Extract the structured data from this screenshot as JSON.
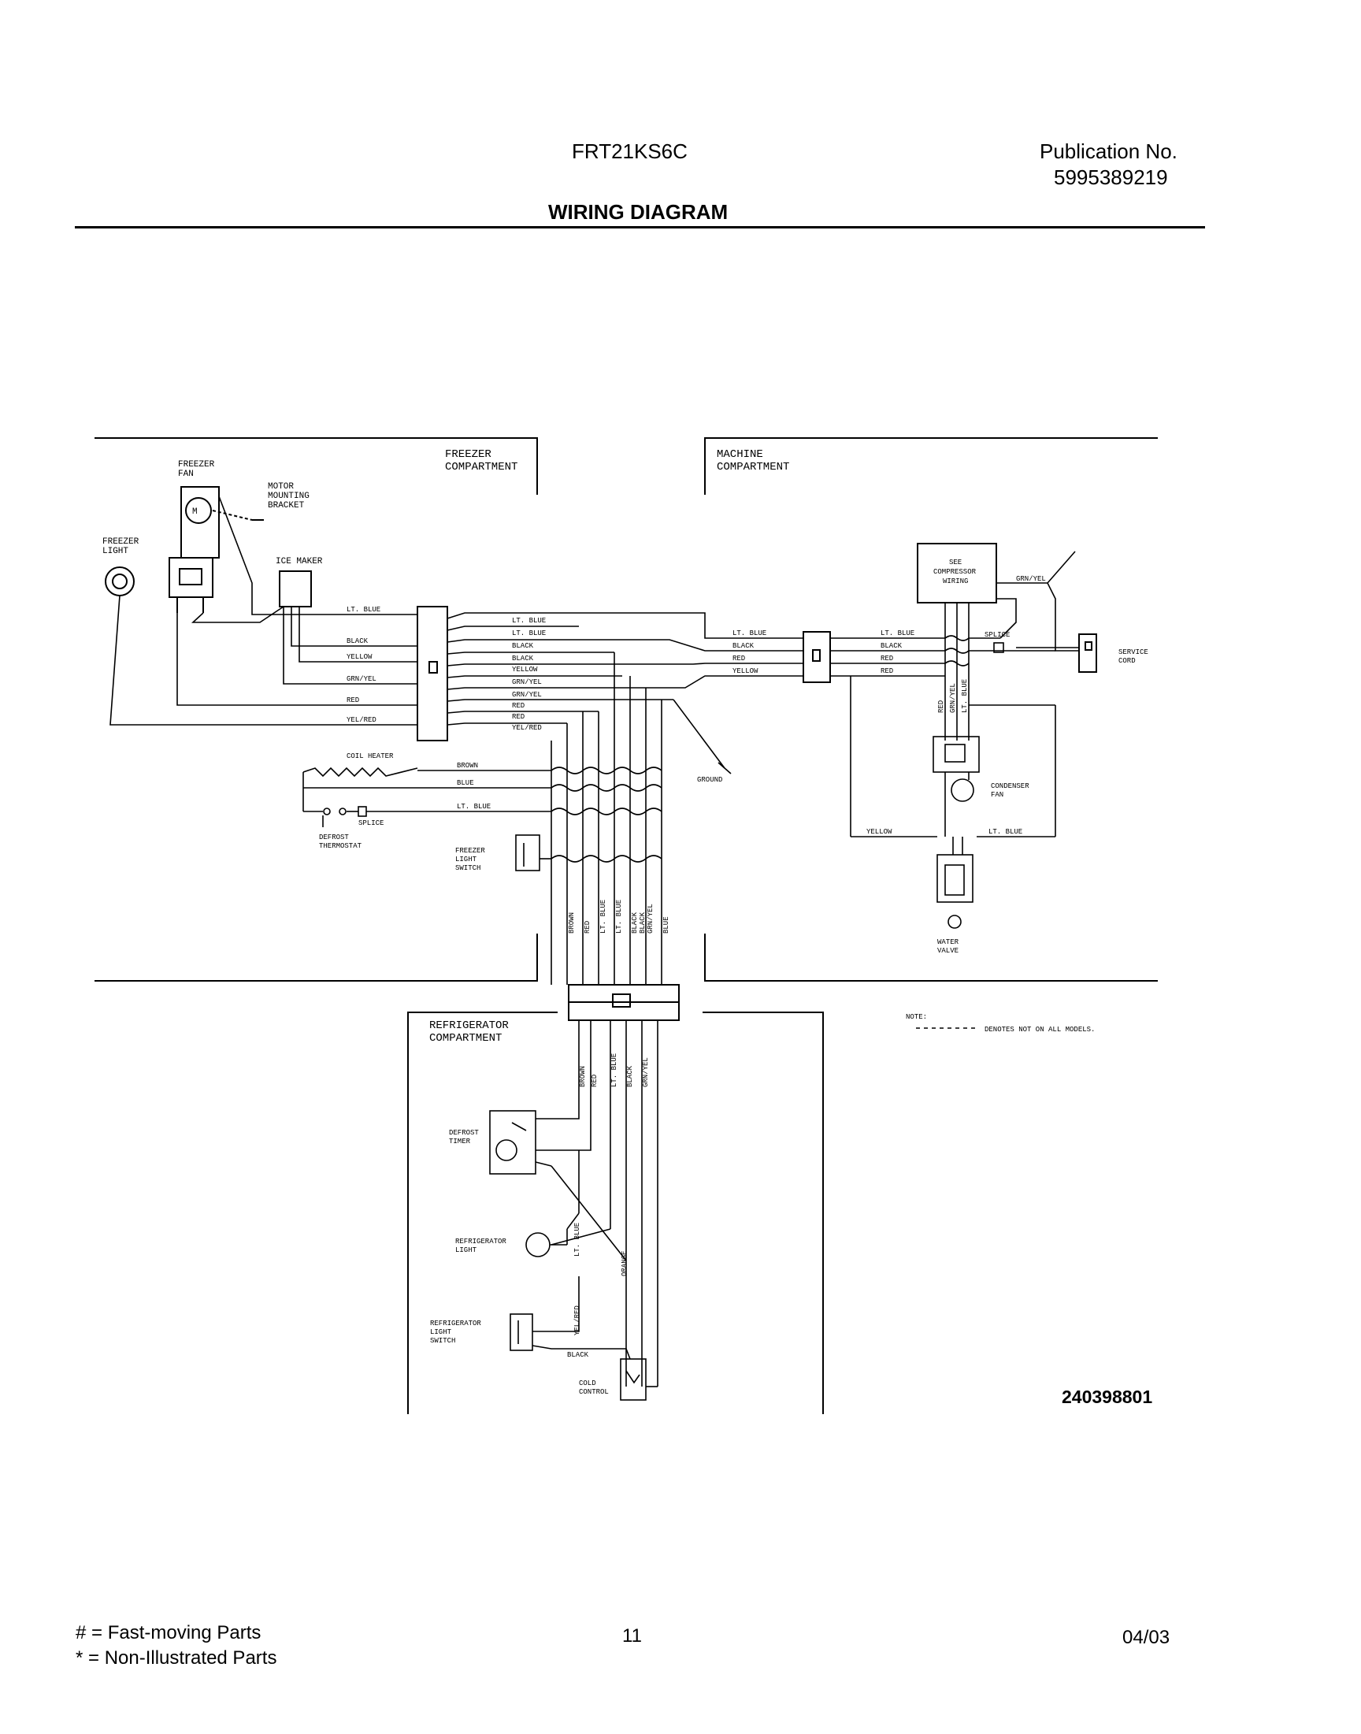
{
  "header": {
    "model": "FRT21KS6C",
    "publication_label": "Publication No.",
    "publication_number": "5995389219",
    "title": "WIRING DIAGRAM"
  },
  "diagram": {
    "compartments": {
      "freezer": [
        "FREEZER",
        "COMPARTMENT"
      ],
      "machine": [
        "MACHINE",
        "COMPARTMENT"
      ],
      "refrigerator": [
        "REFRIGERATOR",
        "COMPARTMENT"
      ]
    },
    "components": {
      "freezer_fan": [
        "FREEZER",
        "FAN"
      ],
      "motor_bracket": [
        "MOTOR",
        "MOUNTING",
        "BRACKET"
      ],
      "freezer_light": [
        "FREEZER",
        "LIGHT"
      ],
      "ice_maker": "ICE MAKER",
      "coil_heater": "COIL HEATER",
      "splice": "SPLICE",
      "defrost_thermostat": [
        "DEFROST",
        "THERMOSTAT"
      ],
      "freezer_light_switch": [
        "FREEZER",
        "LIGHT",
        "SWITCH"
      ],
      "ground": "GROUND",
      "compressor_wiring": [
        "SEE",
        "COMPRESSOR",
        "WIRING"
      ],
      "service_cord": [
        "SERVICE",
        "CORD"
      ],
      "condenser_fan": [
        "CONDENSER",
        "FAN"
      ],
      "water_valve": [
        "WATER",
        "VALVE"
      ],
      "defrost_timer": [
        "DEFROST",
        "TIMER"
      ],
      "refrigerator_light": [
        "REFRIGERATOR",
        "LIGHT"
      ],
      "refrigerator_light_switch": [
        "REFRIGERATOR",
        "LIGHT",
        "SWITCH"
      ],
      "cold_control": [
        "COLD",
        "CONTROL"
      ]
    },
    "wire_labels": {
      "freezer_left": [
        "LT. BLUE",
        "BLACK",
        "YELLOW",
        "GRN/YEL",
        "RED",
        "YEL/RED"
      ],
      "freezer_right": [
        "LT. BLUE",
        "LT. BLUE",
        "BLACK",
        "BLACK",
        "YELLOW",
        "GRN/YEL",
        "GRN/YEL",
        "RED",
        "RED",
        "YEL/RED"
      ],
      "heater_wires": [
        "BROWN",
        "BLUE",
        "LT. BLUE"
      ],
      "machine_left": [
        "LT. BLUE",
        "BLACK",
        "RED",
        "YELLOW"
      ],
      "machine_right": [
        "LT. BLUE",
        "BLACK",
        "RED",
        "RED"
      ],
      "grn_yel_top": "GRN/YEL",
      "machine_vertical": [
        "RED",
        "GRN/YEL",
        "LT. BLUE"
      ],
      "machine_bottom": [
        "YELLOW",
        "LT. BLUE"
      ],
      "trunk_vertical": [
        "BROWN",
        "RED",
        "LT. BLUE",
        "LT. BLUE",
        "BLACK",
        "BLACK",
        "GRN/YEL",
        "BLUE"
      ],
      "fridge_vertical": [
        "BROWN",
        "RED",
        "LT. BLUE",
        "BLACK",
        "GRN/YEL"
      ],
      "fridge_lower": [
        "LT. BLUE",
        "ORANGE",
        "YEL/RED",
        "BLACK"
      ]
    },
    "note": {
      "label": "NOTE:",
      "text": "DENOTES NOT ON ALL MODELS."
    },
    "part_code": "240398801"
  },
  "footer": {
    "fast_moving": "# = Fast-moving Parts",
    "non_illustrated": "* = Non-Illustrated Parts",
    "page_number": "11",
    "date": "04/03"
  }
}
